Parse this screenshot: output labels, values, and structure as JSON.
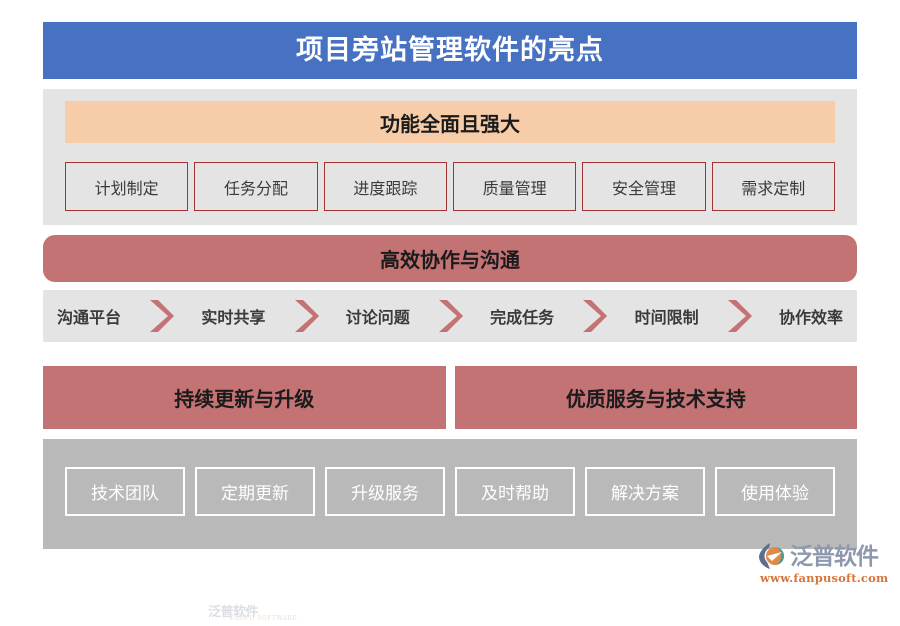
{
  "title": {
    "text": "项目旁站管理软件的亮点",
    "background_color": "#4772C4",
    "text_color": "#FFFFFF"
  },
  "sections": {
    "features": {
      "header": "功能全面且强大",
      "header_color": "#F7CCA9",
      "band_color": "#E4E4E4",
      "box_border_color": "#A43334",
      "items": [
        "计划制定",
        "任务分配",
        "进度跟踪",
        "质量管理",
        "安全管理",
        "需求定制"
      ]
    },
    "collaboration": {
      "header": "高效协作与沟通",
      "header_color": "#C47374",
      "strip_color": "#E4E4E4",
      "arrow_color": "#C47374",
      "steps": [
        "沟通平台",
        "实时共享",
        "讨论问题",
        "完成任务",
        "时间限制",
        "协作效率"
      ]
    },
    "panels": {
      "panel_color": "#C47374",
      "items": [
        "持续更新与升级",
        "优质服务与技术支持"
      ]
    },
    "support": {
      "band_color": "#B9B9B9",
      "box_border_color": "#FFFFFF",
      "text_color": "#FFFFFF",
      "items": [
        "技术团队",
        "定期更新",
        "升级服务",
        "及时帮助",
        "解决方案",
        "使用体验"
      ]
    }
  },
  "branding": {
    "logo_text": "泛普软件",
    "logo_url": "www.fanpusoft.com",
    "logo_text_color": "#8D98AD",
    "logo_url_color": "#D9743A",
    "watermark_text": "泛普软件",
    "watermark_sub": "FANPU SOFTWARE"
  }
}
